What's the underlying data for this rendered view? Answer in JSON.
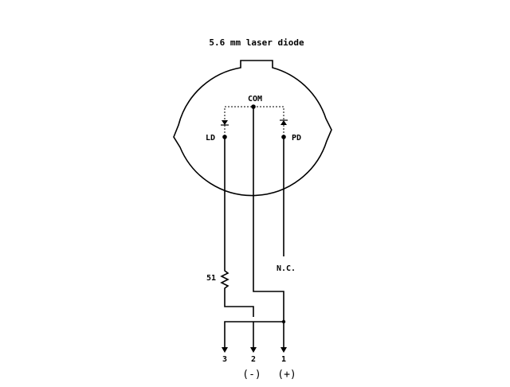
{
  "title": "5.6 mm laser diode",
  "pins": {
    "com": "COM",
    "ld": "LD",
    "pd": "PD"
  },
  "resistor_label": "51",
  "nc_label": "N.C.",
  "terminals": [
    "3",
    "2",
    "1"
  ],
  "polarity": {
    "minus": "(-)",
    "plus": "(+)"
  }
}
